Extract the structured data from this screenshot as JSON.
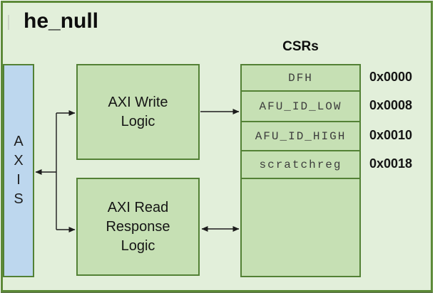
{
  "diagram": {
    "title": "he_null",
    "axis": {
      "name": "AXIS",
      "letters": [
        "A",
        "X",
        "I",
        "S"
      ]
    },
    "blocks": {
      "write": {
        "label": "AXI Write\nLogic"
      },
      "read": {
        "label": "AXI Read\nResponse\nLogic"
      }
    },
    "csr": {
      "title": "CSRs",
      "registers": [
        {
          "name": "DFH",
          "address": "0x0000"
        },
        {
          "name": "AFU_ID_LOW",
          "address": "0x0008"
        },
        {
          "name": "AFU_ID_HIGH",
          "address": "0x0010"
        },
        {
          "name": "scratchreg",
          "address": "0x0018"
        }
      ]
    },
    "connections": [
      "axis-to-axi-write-logic",
      "trunk-to-axis",
      "axis-to-axi-read-response-logic",
      "axi-write-logic-to-csrs",
      "axi-read-response-logic-csrs-bidirectional"
    ],
    "colors": {
      "canvas_fill": "#e2efda",
      "block_fill": "#c6e0b4",
      "border_green": "#538135",
      "axis_fill": "#bdd7ee",
      "wire": "#1c1c1c",
      "text": "#0d0d0d"
    }
  }
}
